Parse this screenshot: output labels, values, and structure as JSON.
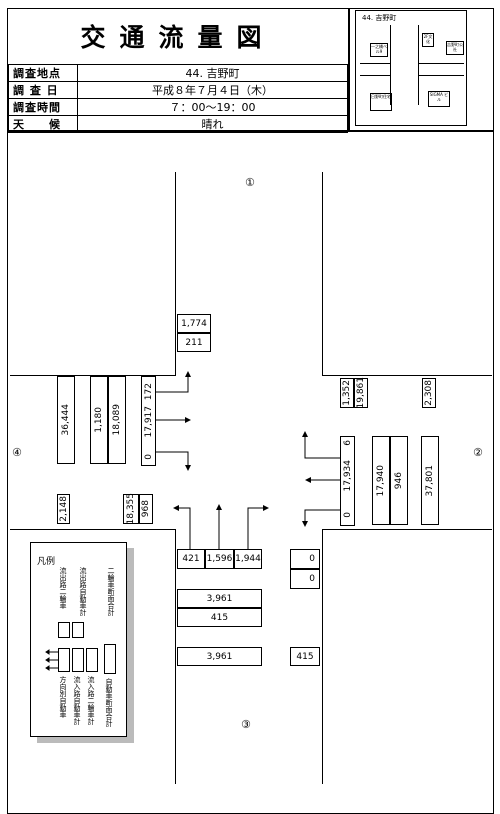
{
  "header": {
    "title": "交通流量図",
    "rows": [
      {
        "label": "調査地点",
        "value": "44. 吉野町"
      },
      {
        "label": "調 査 日",
        "value": "平成８年７月４日（木）"
      },
      {
        "label": "調査時間",
        "value": "７：00〜19：00"
      },
      {
        "label": "天　　候",
        "value": "晴れ"
      }
    ]
  },
  "mini_map": {
    "title": "44. 吉野町",
    "labels": [
      "一之橋ベル9",
      "吉野町公社",
      "日野町住宅",
      "SIGMA ビル",
      "2F文化"
    ]
  },
  "approaches": {
    "north": "①",
    "east": "②",
    "south": "③",
    "west": "④"
  },
  "north": {
    "in_total": "1,774",
    "in_two_wheel": "211"
  },
  "west_left": {
    "total": "36,444",
    "two_wheel": "1,180",
    "auto": "18,089",
    "out_total": "2,148",
    "in_total": "18,355",
    "in_two_wheel": "968"
  },
  "west_turns": {
    "left": "172",
    "straight": "17,917",
    "right": "0"
  },
  "east": {
    "top_a": "1,352",
    "top_b": "19,861",
    "top_c": "2,308",
    "right_turn": "6",
    "straight": "17,934",
    "left_turn": "0",
    "auto": "17,940",
    "two_wheel": "946",
    "total": "37,801"
  },
  "south": {
    "left": "421",
    "straight": "1,596",
    "right": "1,944",
    "r1": "0",
    "r2": "0",
    "section_total": "3,961",
    "section_two_wheel": "415",
    "bottom_total": "3,961",
    "bottom_two_wheel": "415"
  },
  "legend": {
    "title": "凡例",
    "items": [
      "流出路二輪車",
      "流出路自動車計",
      "二輪車断面合計",
      "方向別自動車",
      "流入路自動車計",
      "流入路二輪車計",
      "自動車断面合計"
    ]
  }
}
